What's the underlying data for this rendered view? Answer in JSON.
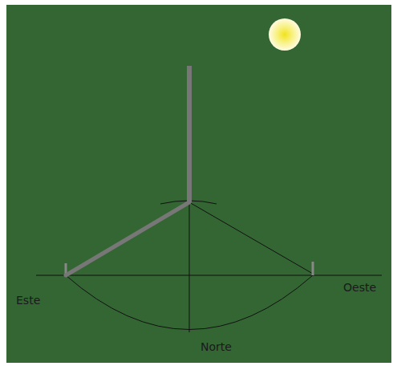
{
  "diagram": {
    "labels": [
      "Este",
      "Oeste",
      "Norte"
    ]
  }
}
